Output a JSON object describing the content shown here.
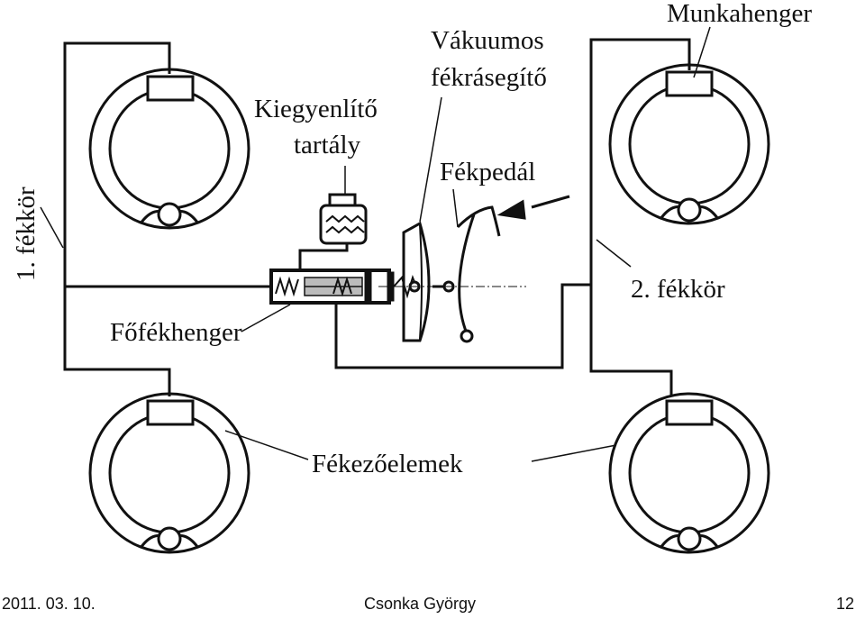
{
  "diagram": {
    "labels": {
      "munkahenger": "Munkahenger",
      "vakuumos_line1": "Vákuumos",
      "vakuumos_line2": "fékrásegítő",
      "kiegyenlito_line1": "Kiegyenlítő",
      "kiegyenlito_line2": "tartály",
      "fekpedal": "Fékpedál",
      "fekkor1": "1. fékkör",
      "fekkor2": "2. fékkör",
      "fofekhenger": "Főfékhenger",
      "fekezoelemek": "Fékezőelemek"
    }
  },
  "footer": {
    "date": "2011. 03. 10.",
    "author": "Csonka György",
    "page": "12"
  }
}
